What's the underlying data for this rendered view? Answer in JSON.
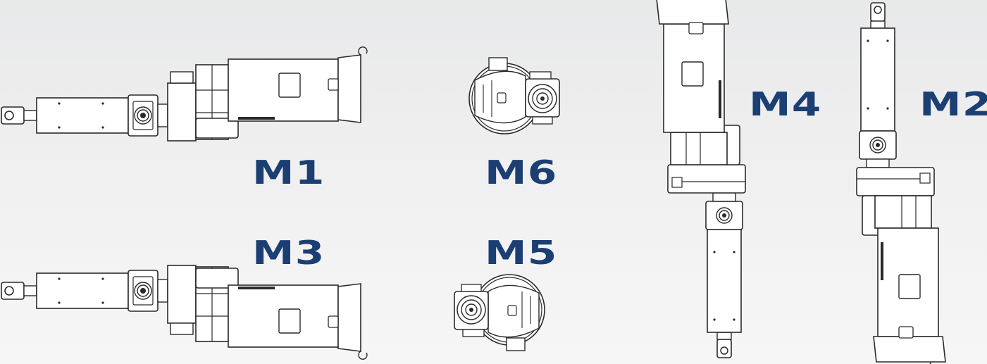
{
  "labels": {
    "m1": "M1",
    "m6": "M6",
    "m3": "M3",
    "m5": "M5",
    "m4": "M4",
    "m2": "M2"
  },
  "colors": {
    "label": "#1b3f72",
    "stroke": "#2a2a2a",
    "fill": "#ffffff",
    "background": "#eeeeef"
  }
}
